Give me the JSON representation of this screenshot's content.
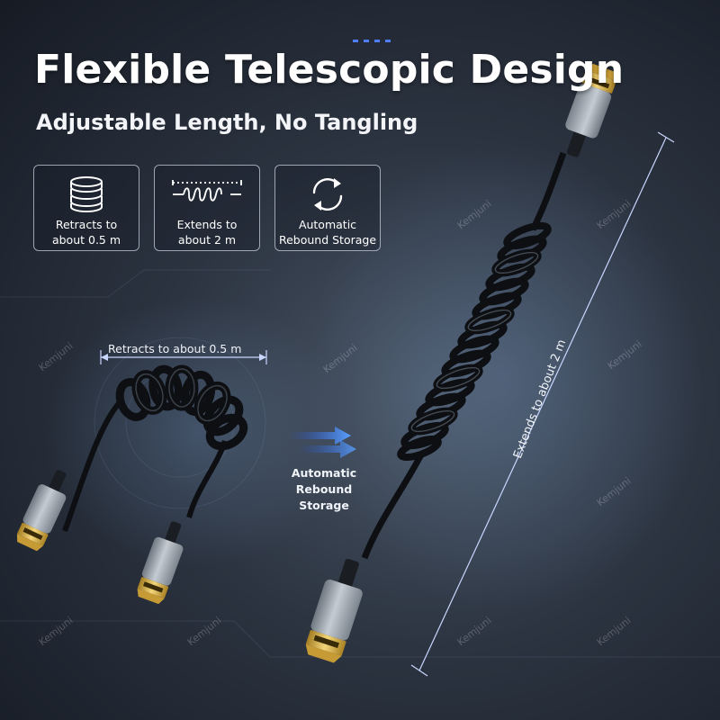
{
  "headline": "Flexible Telescopic Design",
  "subhead": "Adjustable Length, No Tangling",
  "features": [
    {
      "label": "Retracts to\nabout 0.5 m",
      "icon": "stacked-coils-icon"
    },
    {
      "label": "Extends to\nabout 2 m",
      "icon": "stretched-spring-icon"
    },
    {
      "label": "Automatic\nRebound Storage",
      "icon": "refresh-cycle-icon"
    }
  ],
  "annotations": {
    "retract": "Retracts to about 0.5 m",
    "rebound": "Automatic\nRebound Storage",
    "extend": "Extends to about 2 m"
  },
  "watermark": "Kemjuni",
  "colors": {
    "accent_blue": "#2f6bff",
    "connector_silver": "#9aa3ad",
    "connector_gold": "#d9b24a",
    "cable_black": "#0d0f12"
  }
}
